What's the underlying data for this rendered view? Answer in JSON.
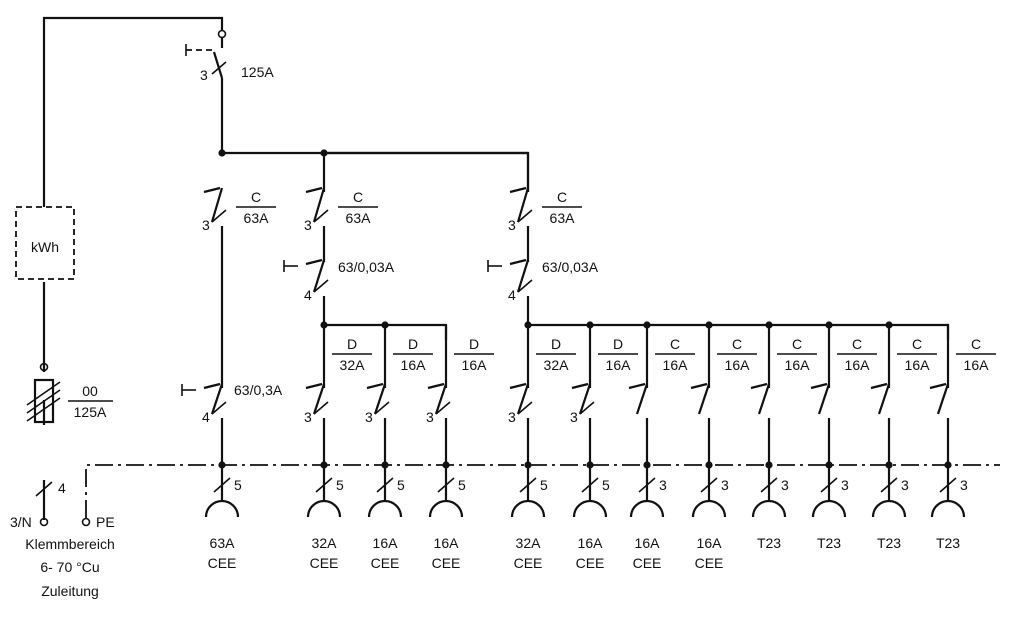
{
  "main_switch": {
    "rating": "125A",
    "poles": "3"
  },
  "meter": {
    "label": "kWh"
  },
  "fuse": {
    "size": "00",
    "rating": "125A"
  },
  "supply": {
    "cores": "4",
    "conductors": "3/N",
    "pe": "PE",
    "line1": "Klemmbereich",
    "line2": "6- 70 °Cu",
    "line3": "Zuleitung"
  },
  "rcd_main": "63/0,3A",
  "groups": [
    {
      "mcb_char": "C",
      "mcb_rating": "63A",
      "poles": "3"
    },
    {
      "mcb_char": "C",
      "mcb_rating": "63A",
      "poles": "3",
      "rcd": "63/0,03A",
      "rcd_poles": "4"
    },
    {
      "mcb_char": "C",
      "mcb_rating": "63A",
      "poles": "3",
      "rcd": "63/0,03A",
      "rcd_poles": "4"
    }
  ],
  "outlets": [
    {
      "breaker_char": "",
      "breaker_rating": "",
      "cores": "5",
      "rating": "63A",
      "type": "CEE"
    },
    {
      "breaker_char": "D",
      "breaker_rating": "32A",
      "cores": "5",
      "rating": "32A",
      "type": "CEE"
    },
    {
      "breaker_char": "D",
      "breaker_rating": "16A",
      "cores": "5",
      "rating": "16A",
      "type": "CEE"
    },
    {
      "breaker_char": "D",
      "breaker_rating": "16A",
      "cores": "5",
      "rating": "16A",
      "type": "CEE"
    },
    {
      "breaker_char": "D",
      "breaker_rating": "32A",
      "cores": "5",
      "rating": "32A",
      "type": "CEE"
    },
    {
      "breaker_char": "D",
      "breaker_rating": "16A",
      "cores": "5",
      "rating": "16A",
      "type": "CEE"
    },
    {
      "breaker_char": "C",
      "breaker_rating": "16A",
      "cores": "3",
      "rating": "16A",
      "type": "CEE"
    },
    {
      "breaker_char": "C",
      "breaker_rating": "16A",
      "cores": "3",
      "rating": "16A",
      "type": "CEE"
    },
    {
      "breaker_char": "C",
      "breaker_rating": "16A",
      "cores": "3",
      "rating": "T23",
      "type": ""
    },
    {
      "breaker_char": "C",
      "breaker_rating": "16A",
      "cores": "3",
      "rating": "T23",
      "type": ""
    },
    {
      "breaker_char": "C",
      "breaker_rating": "16A",
      "cores": "3",
      "rating": "T23",
      "type": ""
    },
    {
      "breaker_char": "C",
      "breaker_rating": "16A",
      "cores": "3",
      "rating": "T23",
      "type": ""
    }
  ],
  "breaker_poles": "3"
}
